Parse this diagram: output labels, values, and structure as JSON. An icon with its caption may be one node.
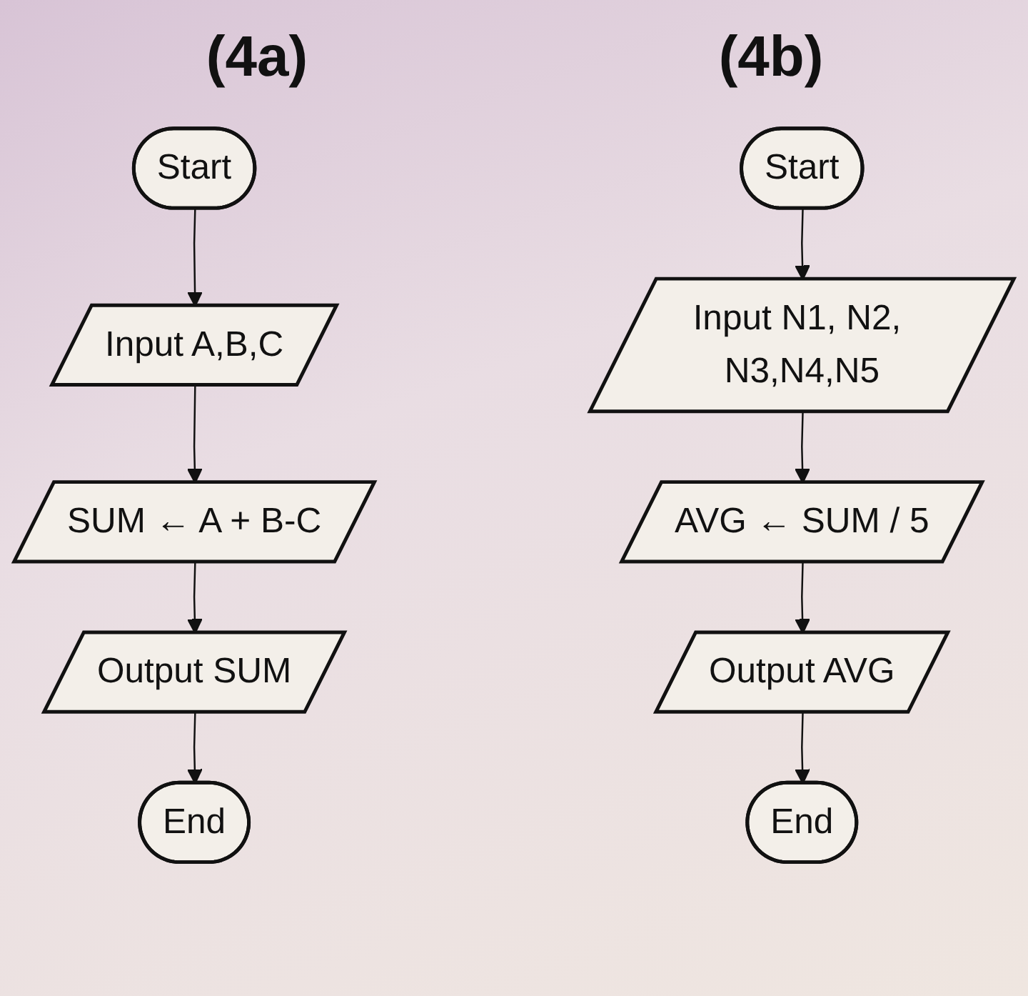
{
  "diagram": {
    "nodes": [
      {
        "text": [
          "Start"
        ]
      },
      {
        "text": [
          "Input A,B,C"
        ]
      },
      {
        "text": [
          "SUM ← A + B-C"
        ]
      },
      {
        "text": [
          "Output SUM"
        ]
      },
      {
        "text": [
          "End"
        ]
      },
      {
        "text": [
          "Start"
        ]
      },
      {
        "text": [
          "Input N1, N2, N3,N4,N5"
        ]
      },
      {
        "text": [
          "AVG ← SUM / 5"
        ]
      },
      {
        "text": [
          "Output AVG"
        ]
      },
      {
        "text": [
          "End"
        ]
      }
    ],
    "edges": [
      {
        "from": 0,
        "to": 1,
        "arrow": "to"
      },
      {
        "from": 1,
        "to": 2,
        "arrow": "to"
      },
      {
        "from": 2,
        "to": 3,
        "arrow": "to"
      },
      {
        "from": 3,
        "to": 4,
        "arrow": "to"
      },
      {
        "from": 5,
        "to": 6,
        "arrow": "to"
      },
      {
        "from": 6,
        "to": 7,
        "arrow": "to"
      },
      {
        "from": 7,
        "to": 8,
        "arrow": "to"
      },
      {
        "from": 8,
        "to": 9,
        "arrow": "to"
      }
    ],
    "labels": [
      "(4a)",
      "(4b)"
    ]
  }
}
